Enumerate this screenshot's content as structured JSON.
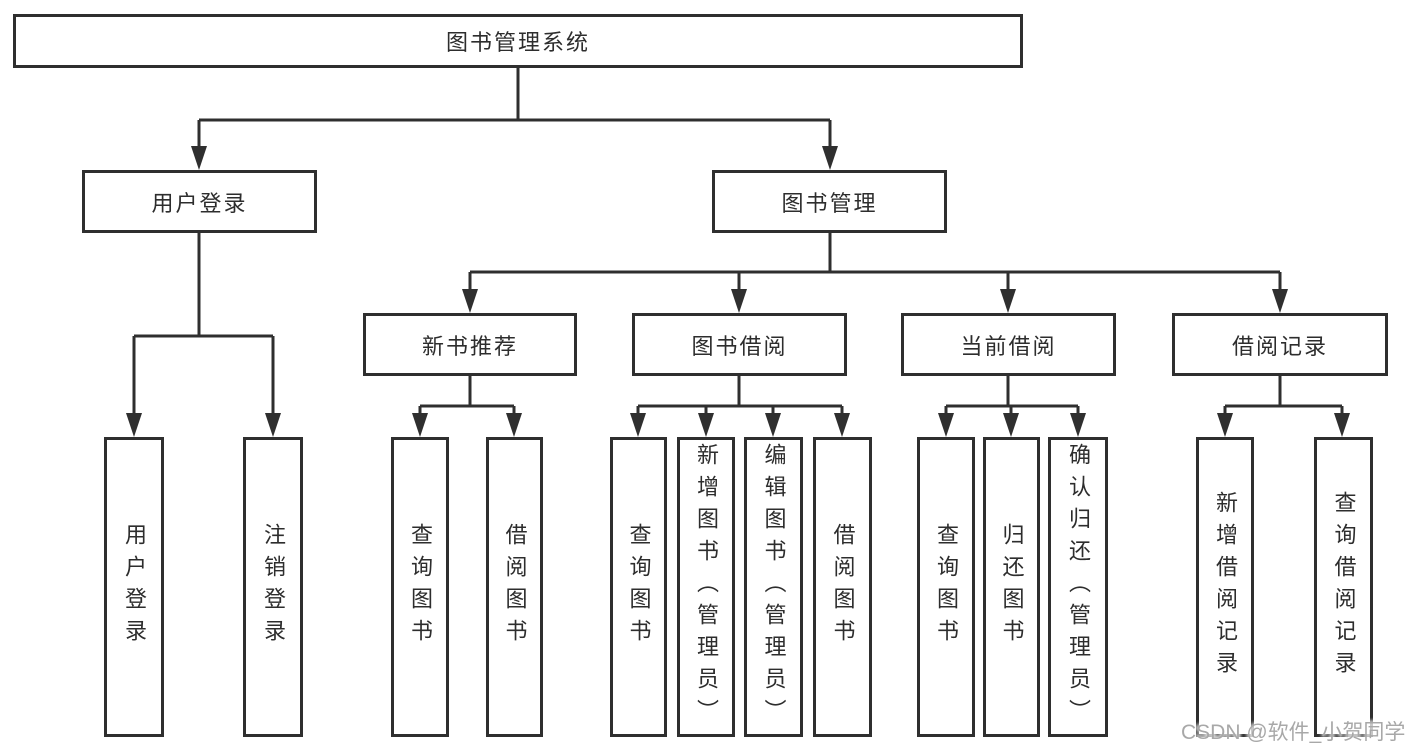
{
  "diagram": {
    "root": {
      "label": "图书管理系统"
    },
    "branches": [
      {
        "label": "用户登录",
        "children": [
          {
            "label": "用户登录"
          },
          {
            "label": "注销登录"
          }
        ]
      },
      {
        "label": "图书管理",
        "children": [
          {
            "label": "新书推荐",
            "children": [
              {
                "label": "查询图书"
              },
              {
                "label": "借阅图书"
              }
            ]
          },
          {
            "label": "图书借阅",
            "children": [
              {
                "label": "查询图书"
              },
              {
                "label": "新增图书（管理员）"
              },
              {
                "label": "编辑图书（管理员）"
              },
              {
                "label": "借阅图书"
              }
            ]
          },
          {
            "label": "当前借阅",
            "children": [
              {
                "label": "查询图书"
              },
              {
                "label": "归还图书"
              },
              {
                "label": "确认归还（管理员）"
              }
            ]
          },
          {
            "label": "借阅记录",
            "children": [
              {
                "label": "新增借阅记录"
              },
              {
                "label": "查询借阅记录"
              }
            ]
          }
        ]
      }
    ]
  },
  "watermark": {
    "text": "CSDN @软件_小贺同学"
  },
  "colors": {
    "line": "#2f2f2f",
    "box_border": "#2f2f2f",
    "text": "#2d2d2d",
    "watermark_text": "#a8a8a8",
    "background": "#ffffff"
  }
}
